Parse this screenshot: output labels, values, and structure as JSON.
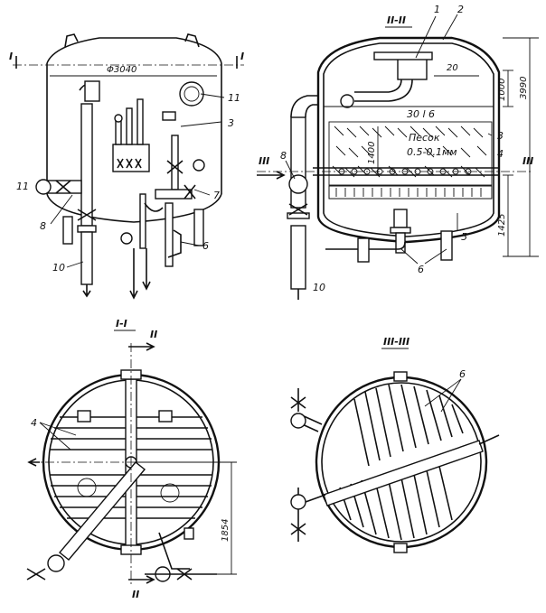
{
  "front_view": {
    "diameter_label": "Φ3040",
    "section_marker": "I",
    "callouts": [
      "11",
      "3",
      "7",
      "6",
      "8",
      "10",
      "11"
    ]
  },
  "section_II": {
    "title": "II-II",
    "material_label": "30 l 6",
    "sand_label": "Песок",
    "grain_label": "0.5-0.1мм",
    "dim_1000": "1000",
    "dim_3990": "3990",
    "dim_1400": "1400",
    "dim_1425": "1425",
    "dim_20": "20",
    "section_marker": "III",
    "callouts": [
      "1",
      "2",
      "3",
      "4",
      "5",
      "6",
      "8",
      "10"
    ]
  },
  "section_I": {
    "title": "I-I",
    "section_marker": "II",
    "dim_1854": "1854",
    "callouts": [
      "4"
    ]
  },
  "section_III": {
    "title": "III-III",
    "callouts": [
      "6"
    ]
  }
}
